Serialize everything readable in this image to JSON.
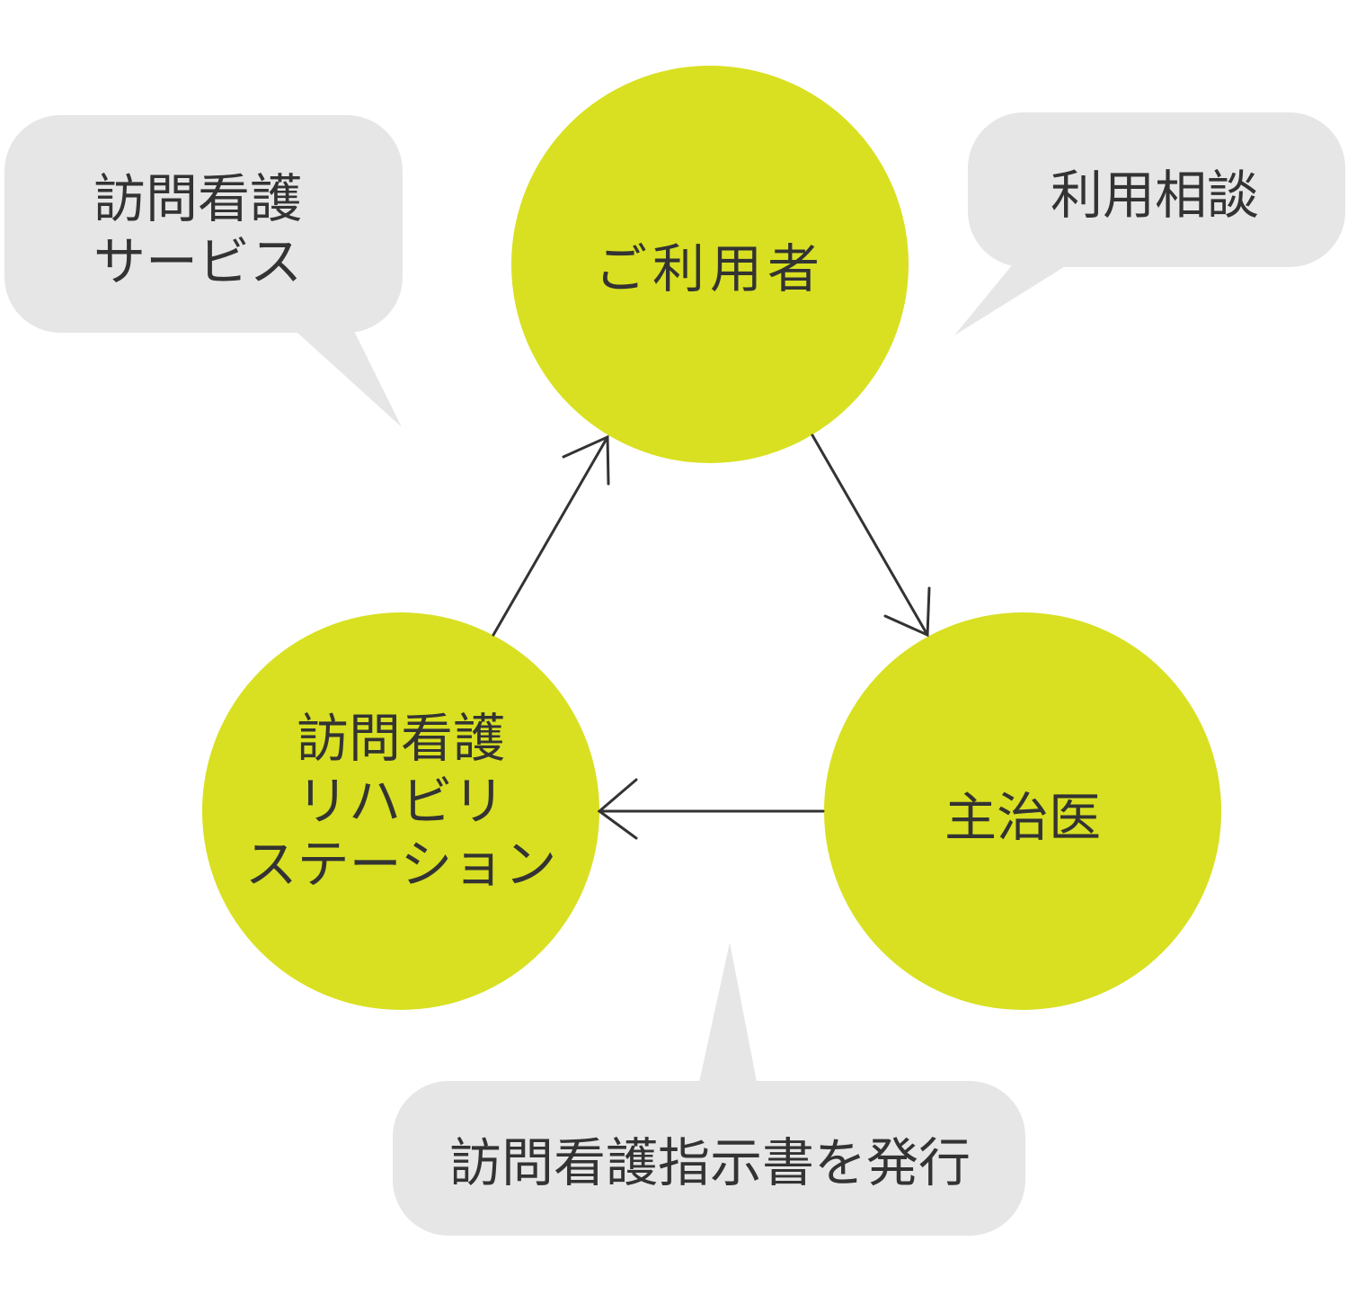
{
  "colors": {
    "circle_fill": "#D8E021",
    "bubble_fill": "#E6E6E6",
    "text": "#333333",
    "arrow": "#333333"
  },
  "nodes": {
    "user": "ご利用者",
    "doctor": "主治医",
    "station": "訪問看護\nリハビリ\nステーション"
  },
  "bubbles": {
    "service": "訪問看護\nサービス",
    "consult": "利用相談",
    "instruction": "訪問看護指示書を発行"
  }
}
